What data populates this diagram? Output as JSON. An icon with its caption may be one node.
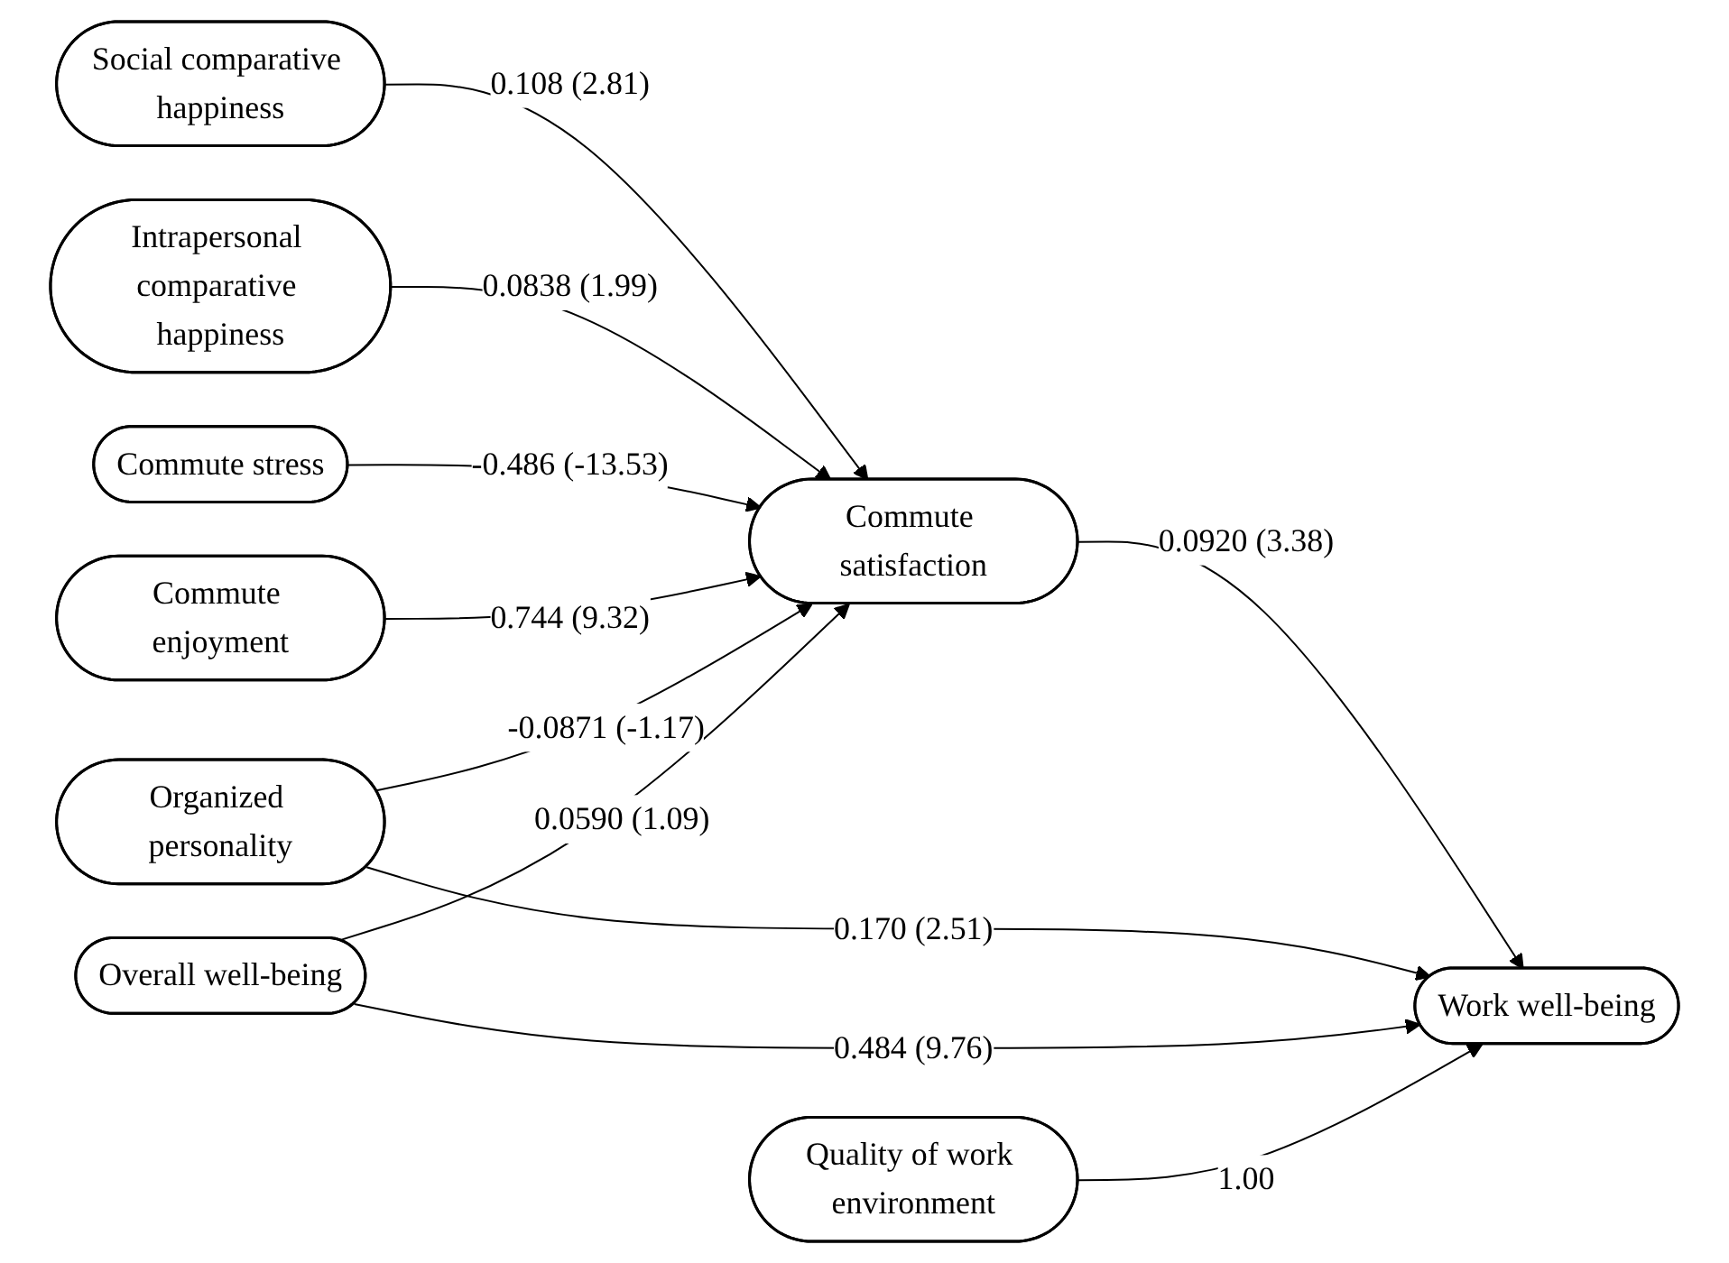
{
  "diagram": {
    "nodes": [
      {
        "text": [
          "Social comparative happiness"
        ]
      },
      {
        "text": [
          "Intrapersonal comparative happiness"
        ]
      },
      {
        "text": [
          "Commute stress"
        ]
      },
      {
        "text": [
          "Commute satisfaction"
        ]
      },
      {
        "text": [
          "Work well-being"
        ]
      },
      {
        "text": [
          "Commute enjoyment"
        ]
      },
      {
        "text": [
          "Organized personality"
        ]
      },
      {
        "text": [
          "Overall well-being"
        ]
      },
      {
        "text": [
          "Quality of work environment"
        ]
      }
    ],
    "edges": [
      {
        "from": 0,
        "to": 3,
        "arrow": "to",
        "label": "0.108 (2.81)"
      },
      {
        "from": 1,
        "to": 3,
        "arrow": "to",
        "label": "0.0838 (1.99)"
      },
      {
        "from": 2,
        "to": 3,
        "arrow": "to",
        "label": "-0.486 (-13.53)"
      },
      {
        "from": 3,
        "to": 4,
        "arrow": "to",
        "label": "0.0920 (3.38)"
      },
      {
        "from": 5,
        "to": 3,
        "arrow": "to",
        "label": "0.744 (9.32)"
      },
      {
        "from": 6,
        "to": 4,
        "arrow": "to",
        "label": "0.170 (2.51)"
      },
      {
        "from": 6,
        "to": 3,
        "arrow": "to",
        "label": "-0.0871 (-1.17)"
      },
      {
        "from": 7,
        "to": 3,
        "arrow": "to",
        "label": "0.0590 (1.09)"
      },
      {
        "from": 7,
        "to": 4,
        "arrow": "to",
        "label": "0.484 (9.76)"
      },
      {
        "from": 8,
        "to": 4,
        "arrow": "to",
        "label": "1.00"
      }
    ]
  }
}
